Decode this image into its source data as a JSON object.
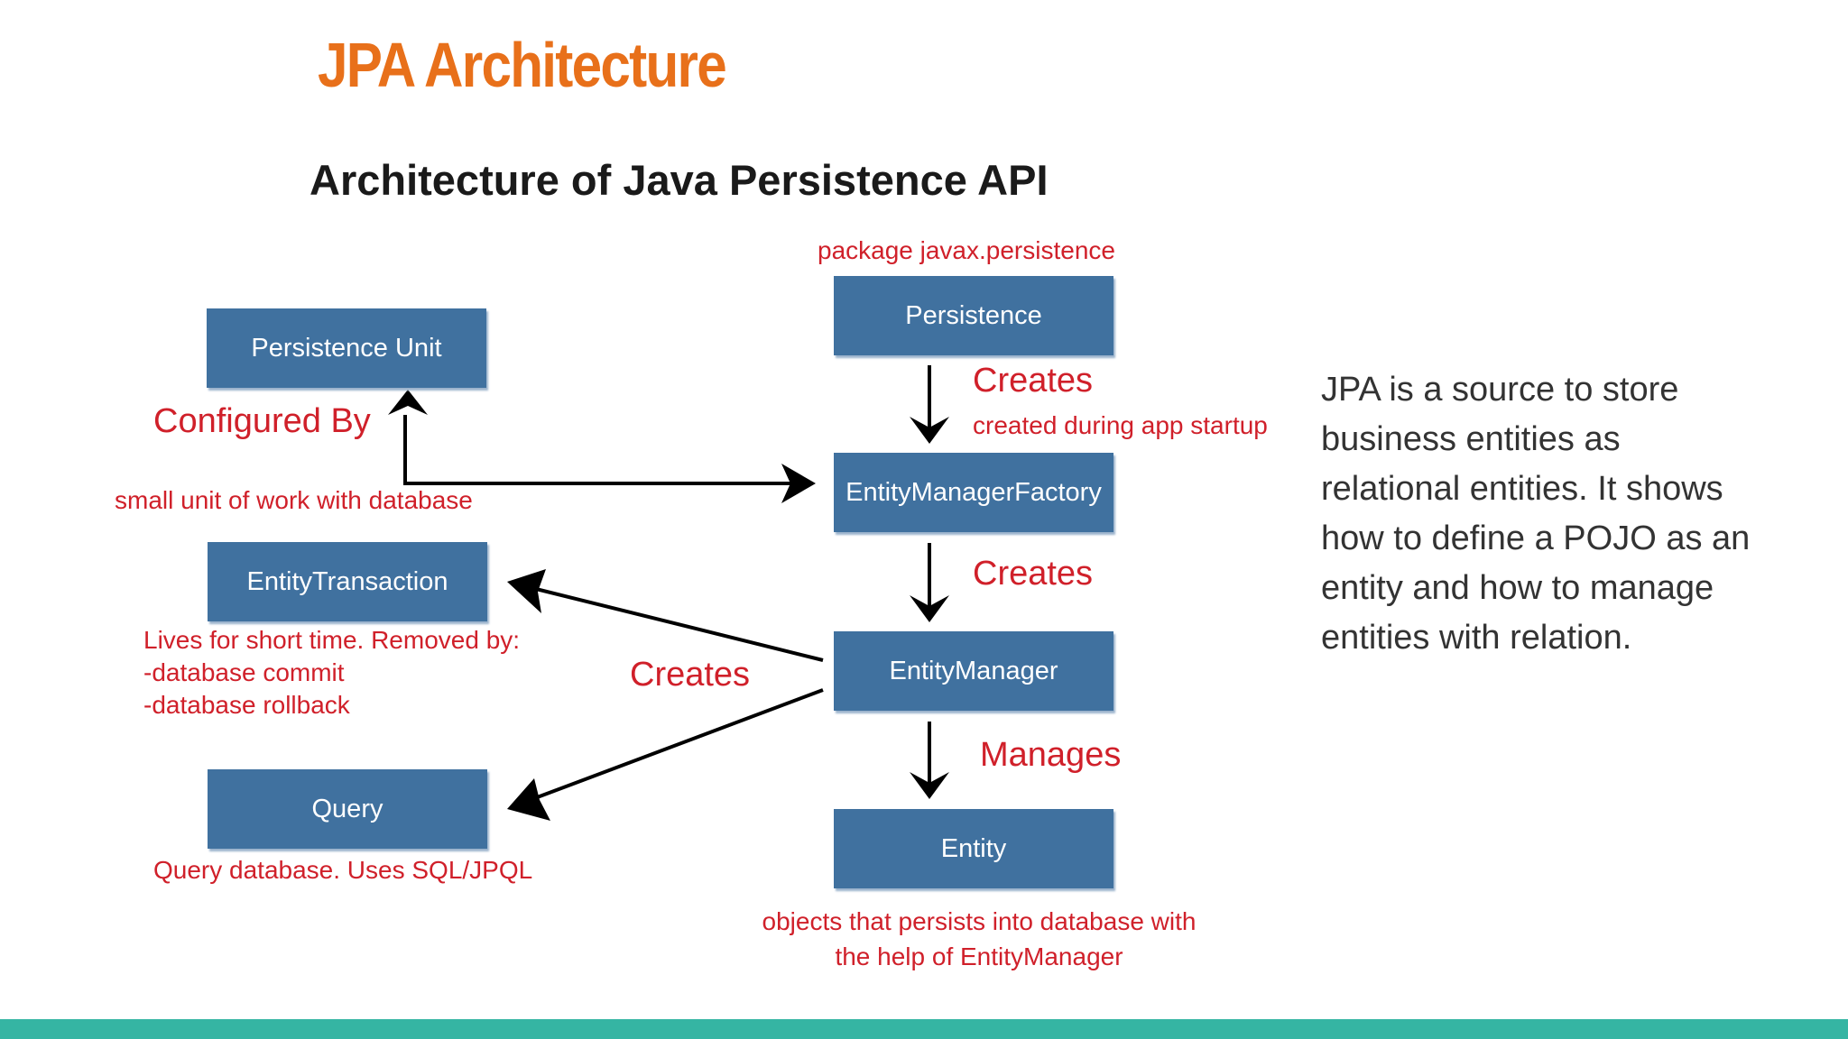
{
  "slide": {
    "title": "JPA Architecture",
    "description": "JPA is a source to store\nbusiness entities as\nrelational entities. It shows\nhow to define a POJO as an\nentity and how to manage\nentities with relation."
  },
  "diagram": {
    "heading": "Architecture of Java Persistence API",
    "boxes": {
      "persistence_unit": "Persistence Unit",
      "persistence": "Persistence",
      "entity_manager_factory": "EntityManagerFactory",
      "entity_transaction": "EntityTransaction",
      "entity_manager": "EntityManager",
      "query": "Query",
      "entity": "Entity"
    },
    "notes": {
      "package": "package javax.persistence",
      "creates_1": "Creates",
      "created_during": "created during app startup",
      "configured_by": "Configured By",
      "small_unit": "small unit of work with database",
      "creates_2": "Creates",
      "lives_for": "Lives for short time. Removed by:\n-database commit\n-database rollback",
      "creates_3": "Creates",
      "manages": "Manages",
      "query_db": "Query database. Uses SQL/JPQL",
      "objects_persist": "objects that persists into database with\nthe help of EntityManager"
    }
  },
  "colors": {
    "title": "#e8701a",
    "box": "#40719f",
    "note": "#d0202a",
    "footer": "#35b5a3"
  }
}
